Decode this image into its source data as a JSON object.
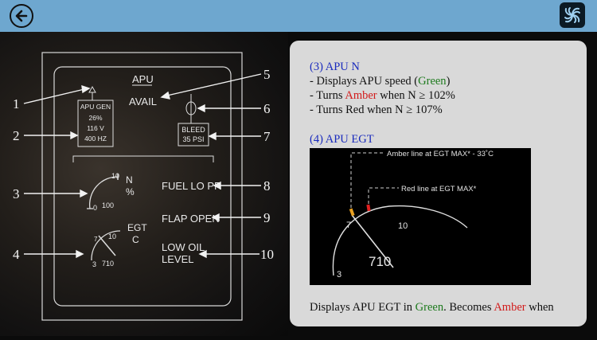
{
  "header": {
    "back_icon": "back-arrow-icon",
    "logo_icon": "app-logo-icon"
  },
  "panel": {
    "apu_label": "APU",
    "avail_label": "AVAIL",
    "apu_gen": [
      "APU GEN",
      "26%",
      "116 V",
      "400 HZ"
    ],
    "bleed": [
      "BLEED",
      "35 PSI"
    ],
    "n_label": [
      "N",
      "%"
    ],
    "n_ticks": [
      "0",
      "100",
      "10"
    ],
    "egt_label": [
      "EGT",
      "C"
    ],
    "egt_ticks": [
      "3",
      "10",
      "7"
    ],
    "egt_value": "710",
    "fuel_lo_pr": "FUEL LO PR",
    "flap_open": "FLAP OPEN",
    "low_oil": [
      "LOW OIL",
      "LEVEL"
    ],
    "callouts": [
      "1",
      "2",
      "3",
      "4",
      "5",
      "6",
      "7",
      "8",
      "9",
      "10"
    ]
  },
  "info": {
    "n_heading": "(3) APU N",
    "n_line1_prefix": "- Displays APU speed (",
    "n_line1_green": "Green",
    "n_line1_suffix": ")",
    "n_line2_prefix": "- Turns ",
    "n_line2_amber": "Amber",
    "n_line2_suffix": " when N ≥ 102%",
    "n_line3": "- Turns Red when N ≥ 107%",
    "egt_heading": "(4) APU EGT",
    "egt_diagram": {
      "amber_label": "Amber line at EGT MAX* - 33˚C",
      "red_label": "Red line at EGT MAX*",
      "tick_3": "3",
      "tick_7": "7",
      "tick_10": "10",
      "value": "710"
    },
    "bottom_prefix": "Displays APU EGT in ",
    "bottom_green": "Green",
    "bottom_mid": ". Becomes ",
    "bottom_amber": "Amber",
    "bottom_suffix": " when"
  },
  "colors": {
    "topbar": "#6ea7cf",
    "heading_blue": "#1a2bbd",
    "green_text": "#1d7a1d",
    "red_text": "#d21a1a",
    "amber_mark": "#e8a020",
    "red_mark": "#e02020"
  }
}
